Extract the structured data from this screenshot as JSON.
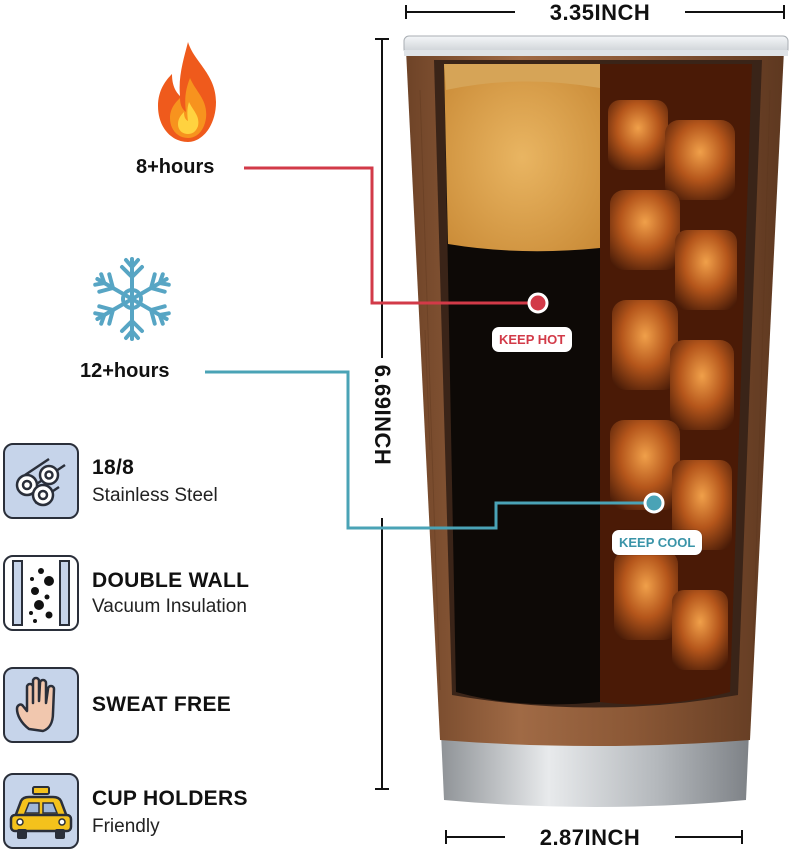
{
  "dimensions": {
    "top_width": "3.35INCH",
    "height": "6.69INCH",
    "bottom_width": "2.87INCH"
  },
  "callouts": {
    "hot_hours": "8+hours",
    "cold_hours": "12+hours",
    "keep_hot": "KEEP HOT",
    "keep_cool": "KEEP COOL",
    "hot_color": "#d23a48",
    "cool_color": "#4aa3b6"
  },
  "features": [
    {
      "icon": "steel-pipes-icon",
      "title": "18/8",
      "subtitle": "Stainless Steel"
    },
    {
      "icon": "double-wall-icon",
      "title": "DOUBLE WALL",
      "subtitle": "Vacuum Insulation"
    },
    {
      "icon": "hand-icon",
      "title": "SWEAT FREE",
      "subtitle": ""
    },
    {
      "icon": "car-icon",
      "title": "CUP HOLDERS",
      "subtitle": "Friendly"
    }
  ],
  "colors": {
    "icon_box_bg": "#c6d4ea",
    "wood": "#8a5a3a",
    "coffee": "#0d0906",
    "soda": "#7a3410"
  }
}
